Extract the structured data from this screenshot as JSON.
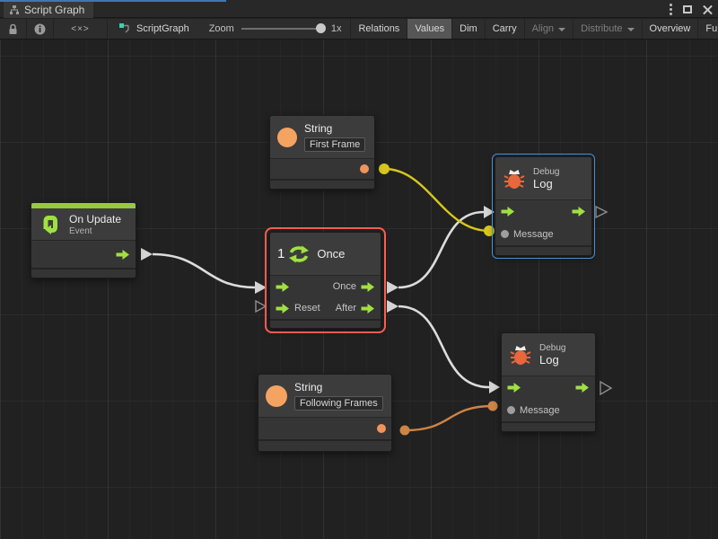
{
  "window": {
    "tab_title": "Script Graph"
  },
  "toolbar": {
    "code_glyph": "<×>",
    "graph_name": "ScriptGraph",
    "zoom_label": "Zoom",
    "zoom_value": "1x",
    "buttons": [
      {
        "label": "Relations",
        "active": false
      },
      {
        "label": "Values",
        "active": true
      },
      {
        "label": "Dim",
        "active": false
      },
      {
        "label": "Carry",
        "active": false
      },
      {
        "label": "Align",
        "disabled": true,
        "dropdown": true
      },
      {
        "label": "Distribute",
        "disabled": true,
        "dropdown": true
      },
      {
        "label": "Overview",
        "active": false
      },
      {
        "label": "Full Screen",
        "active": false
      }
    ]
  },
  "nodes": {
    "on_update": {
      "title": "On Update",
      "subtitle": "Event"
    },
    "string_first": {
      "title": "String",
      "value": "First Frame"
    },
    "once": {
      "badge": "1",
      "title": "Once",
      "out1_label": "Once",
      "in2_label": "Reset",
      "out2_label": "After",
      "selected": "red"
    },
    "debug_top": {
      "title": "Debug",
      "subtitle": "Log",
      "message_label": "Message",
      "selected": "blue"
    },
    "string_following": {
      "title": "String",
      "value": "Following Frames"
    },
    "debug_bottom": {
      "title": "Debug",
      "subtitle": "Log",
      "message_label": "Message"
    }
  },
  "colors": {
    "flow_green": "#a0e042",
    "event_green_cap": "#97c83e",
    "string_orange": "#f5a361",
    "bug_orange": "#e8673c",
    "wire_white": "#dcdcdc",
    "wire_yellow": "#d6c71c",
    "wire_orange": "#cd8446",
    "selection_red": "#ff5b50",
    "selection_blue": "#4c8fd0",
    "canvas_bg": "#212121"
  }
}
